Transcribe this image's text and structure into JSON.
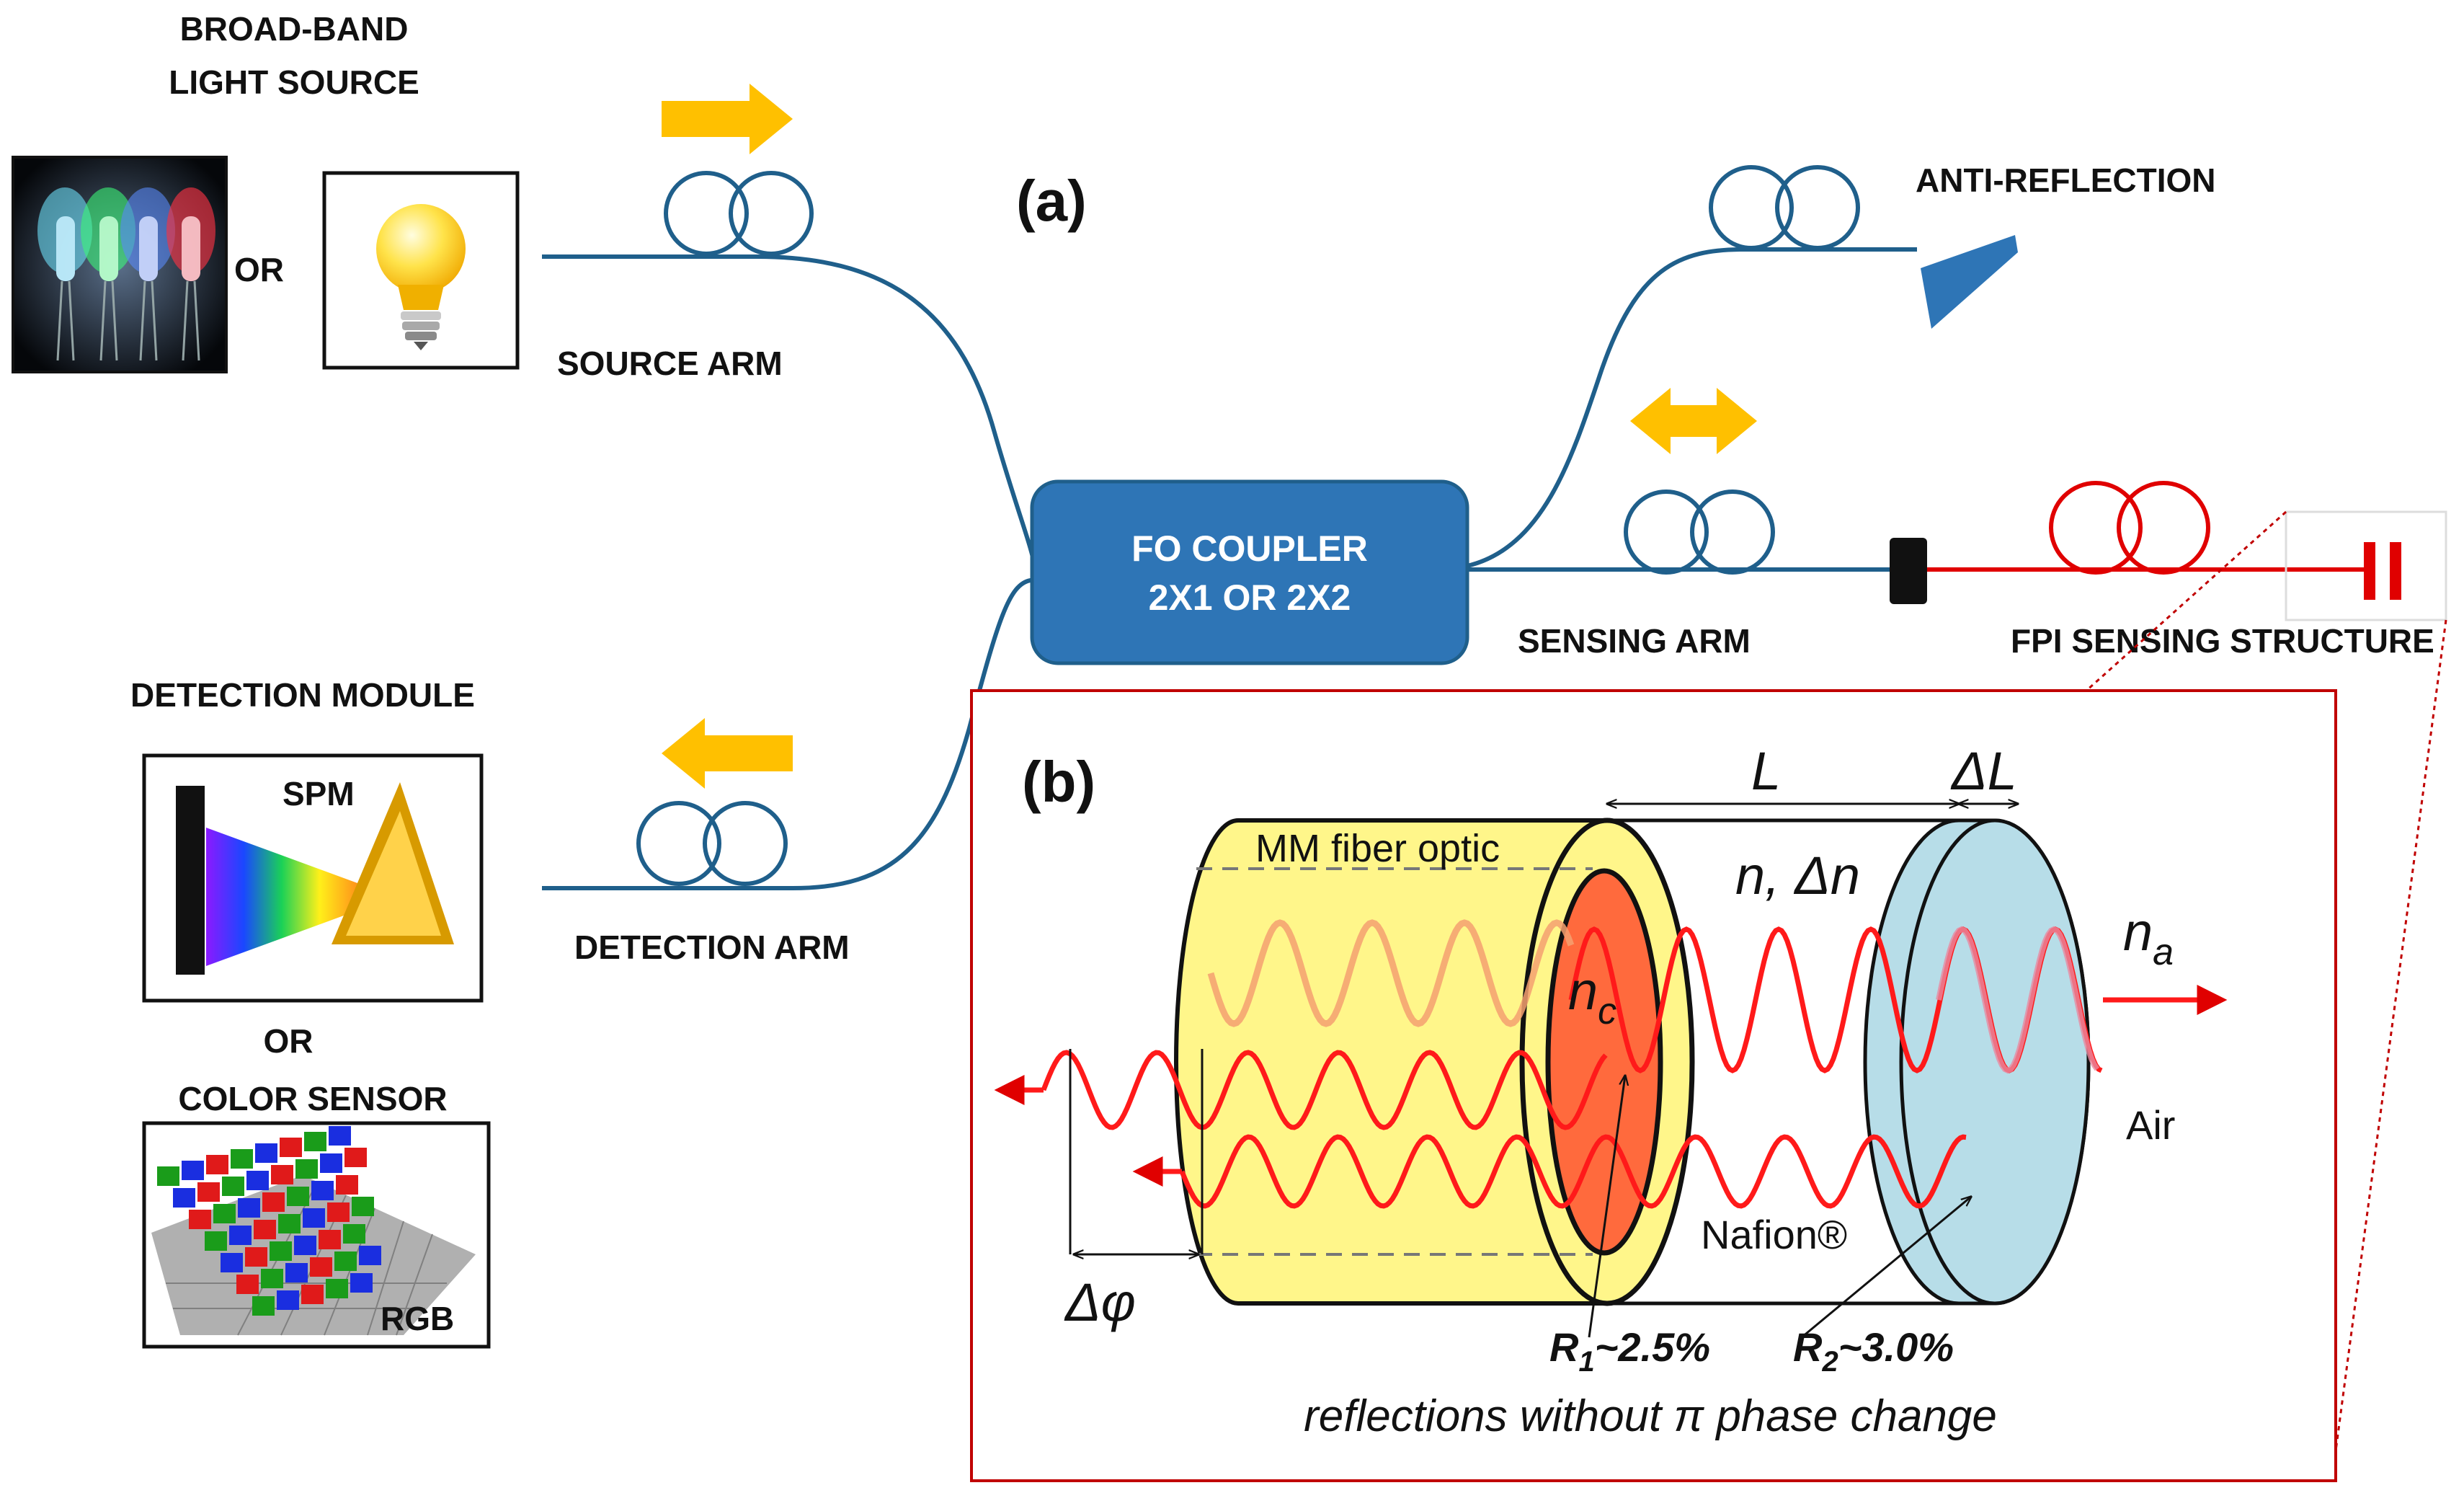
{
  "labels": {
    "broadband_line1": "BROAD-BAND",
    "broadband_line2": "LIGHT SOURCE",
    "or_1": "OR",
    "source_arm": "SOURCE ARM",
    "panel_a": "(a)",
    "anti_reflection": "ANTI-REFLECTION",
    "coupler_line1": "FO COUPLER",
    "coupler_line2": "2X1 OR 2X2",
    "sensing_arm": "SENSING ARM",
    "fpi_sensing_structure": "FPI SENSING STRUCTURE",
    "detection_module": "DETECTION MODULE",
    "spm": "SPM",
    "or_2": "OR",
    "color_sensor": "COLOR SENSOR",
    "rgb": "RGB",
    "detection_arm": "DETECTION ARM",
    "panel_b": "(b)"
  },
  "inset": {
    "L": "L",
    "delta_L": "ΔL",
    "mm_fiber_optic": "MM fiber optic",
    "n_delta_n": "n, Δn",
    "n_c": "n",
    "n_c_sub": "c",
    "n_a": "n",
    "n_a_sub": "a",
    "air": "Air",
    "nafion": "Nafion®",
    "delta_phi": "Δφ",
    "r1_main": "R",
    "r1_sub": "1",
    "r1_value": "~2.5%",
    "r2_main": "R",
    "r2_sub": "2",
    "r2_value": "~3.0%",
    "reflections_note": "reflections without π phase change"
  },
  "colors": {
    "fiber_blue": "#1f5f8b",
    "coupler_fill": "#2e75b6",
    "light_arrow": "#ffc000",
    "sensing_red": "#e00000",
    "fiber_yellow": "#fff68a",
    "nafion_blue": "#b7dde8",
    "core_orange": "#ff6a3d"
  },
  "icons": {
    "led": "led-photo-icon",
    "bulb": "light-bulb-icon",
    "spectrometer": "spectrometer-prism-icon",
    "color_sensor": "bayer-rgb-sensor-icon",
    "anti_reflection": "anti-reflection-terminator-icon"
  }
}
